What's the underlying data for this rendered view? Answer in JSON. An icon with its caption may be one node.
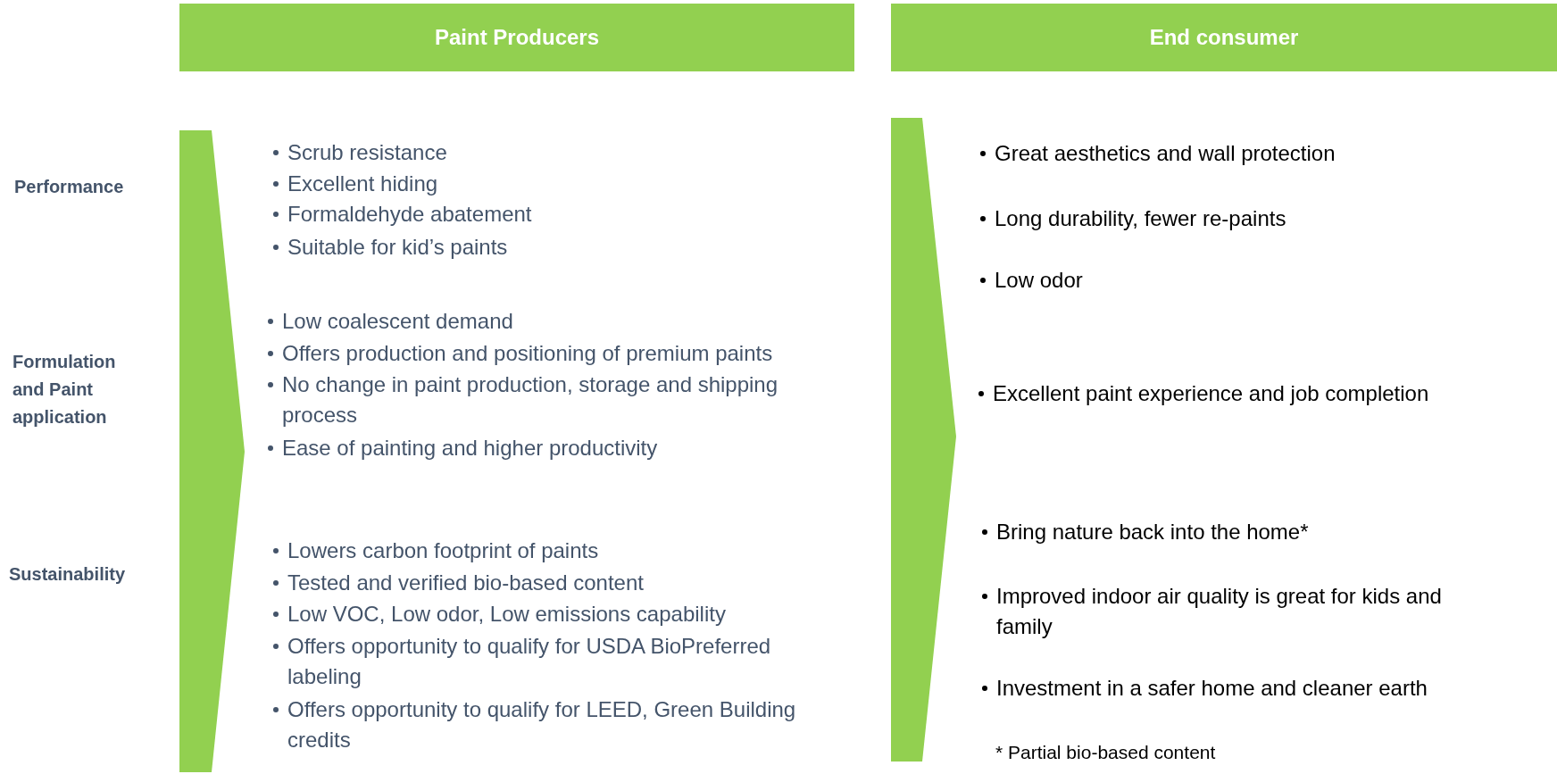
{
  "diagram": {
    "nodes": [
      {
        "text": [
          "Paint Producers"
        ]
      },
      {
        "text": [
          "End consumer"
        ]
      },
      {
        "text": [],
        "shape": "arrow"
      },
      {
        "text": [],
        "shape": "arrow"
      }
    ],
    "labels": [
      "Performance",
      "Formulation and Paint application",
      "Sustainability",
      "Scrub resistance",
      "Excellent hiding",
      "Formaldehyde abatement",
      "Suitable for kid’s paints",
      "Low coalescent demand",
      "Offers production and positioning of premium paints",
      "No change in paint production, storage and shipping process",
      "Ease of painting and higher productivity",
      "Lowers carbon footprint of paints",
      "Tested and verified bio-based content",
      "Low VOC, Low odor, Low emissions capability",
      "Offers opportunity to qualify for USDA BioPreferred labeling",
      "Offers opportunity to qualify for LEED, Green Building credits",
      "Great aesthetics and wall protection",
      "Long durability, fewer re-paints",
      "Low odor",
      "Excellent paint experience and job completion",
      "Bring nature back into the home*",
      "Improved indoor air quality is great  for kids and family",
      "Investment in a safer home and cleaner earth",
      "* Partial bio-based content"
    ]
  }
}
